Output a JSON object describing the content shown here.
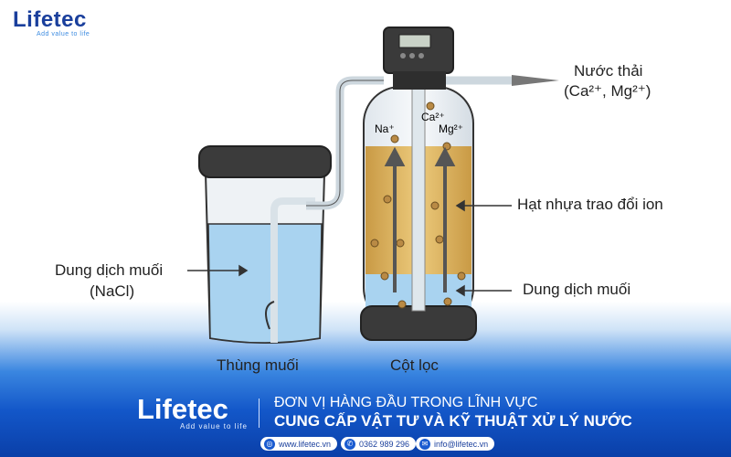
{
  "brand": {
    "name": "Lifetec",
    "tagline": "Add value to life"
  },
  "diagram": {
    "labels": {
      "waste_water": "Nước thải",
      "waste_ions": "(Ca²⁺, Mg²⁺)",
      "resin": "Hạt nhựa trao đổi ion",
      "brine_column": "Dung dịch muối",
      "brine_tank_line1": "Dung dịch muối",
      "brine_tank_line2": "(NaCl)",
      "salt_tank": "Thùng muối",
      "filter_column": "Cột lọc",
      "na_ion": "Na⁺",
      "ca_ion": "Ca²⁺",
      "mg_ion": "Mg²⁺"
    }
  },
  "footer": {
    "headline1": "ĐƠN VỊ HÀNG ĐẦU TRONG LĨNH VỰC",
    "headline2": "CUNG CẤP VẬT TƯ VÀ KỸ THUẬT XỬ LÝ NƯỚC",
    "website": "www.lifetec.vn",
    "phone": "0362 989 296",
    "email": "info@lifetec.vn"
  },
  "colors": {
    "brand_blue": "#1a3f9c",
    "band_blue": "#1357c9",
    "resin": "#d9b160",
    "water": "#a9d3f0"
  }
}
